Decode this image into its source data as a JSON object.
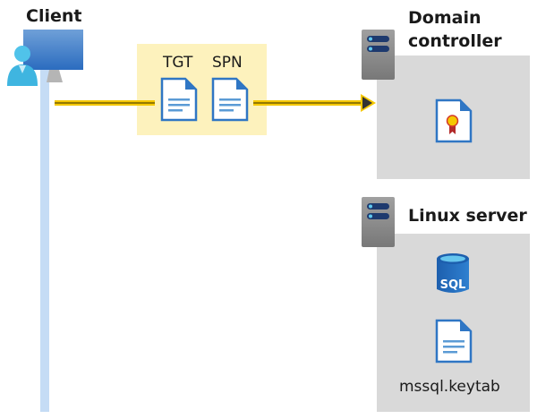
{
  "client": {
    "label": "Client"
  },
  "message": {
    "tgt_label": "TGT",
    "spn_label": "SPN"
  },
  "domain_controller": {
    "label_line1": "Domain",
    "label_line2": "controller"
  },
  "linux_server": {
    "label": "Linux server",
    "keytab_label": "mssql.keytab",
    "sql_text": "SQL"
  },
  "colors": {
    "arrow": "#f5c800",
    "message_box": "#fdf2bd",
    "server_box": "#d9d9d9",
    "client_line": "#c5dcf5",
    "doc_blue": "#2f76c4"
  },
  "icons": [
    "user-monitor-icon",
    "document-icon",
    "server-icon",
    "certificate-document-icon",
    "sql-database-icon"
  ]
}
